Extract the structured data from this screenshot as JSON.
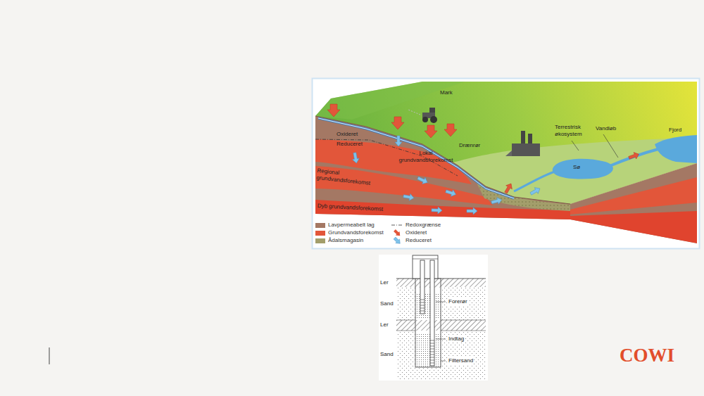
{
  "diagram": {
    "labels": [
      "Mark",
      "Oxideret",
      "Reduceret",
      "Lokal grundvandsforekomst",
      "Drænrør",
      "Regional grundvandsforekomst",
      "Dyb grundvandsforekomst",
      "Terrestrisk økosystem",
      "Vandløb",
      "Fjord",
      "Sø",
      "Ler",
      "Sand",
      "Ler",
      "Sand",
      "Forerør",
      "Indtag",
      "Filtersand",
      "COWI"
    ],
    "legend": [
      {
        "text": "Lavpermeabelt lag",
        "color": "#a47864"
      },
      {
        "text": "Grundvandsforekomst",
        "color": "#e2563a"
      },
      {
        "text": "Ådalsmagasin",
        "color": "#a39e6b"
      },
      {
        "text": "Redoxgrænse"
      },
      {
        "text": "Oxideret"
      },
      {
        "text": "Reduceret"
      }
    ]
  }
}
